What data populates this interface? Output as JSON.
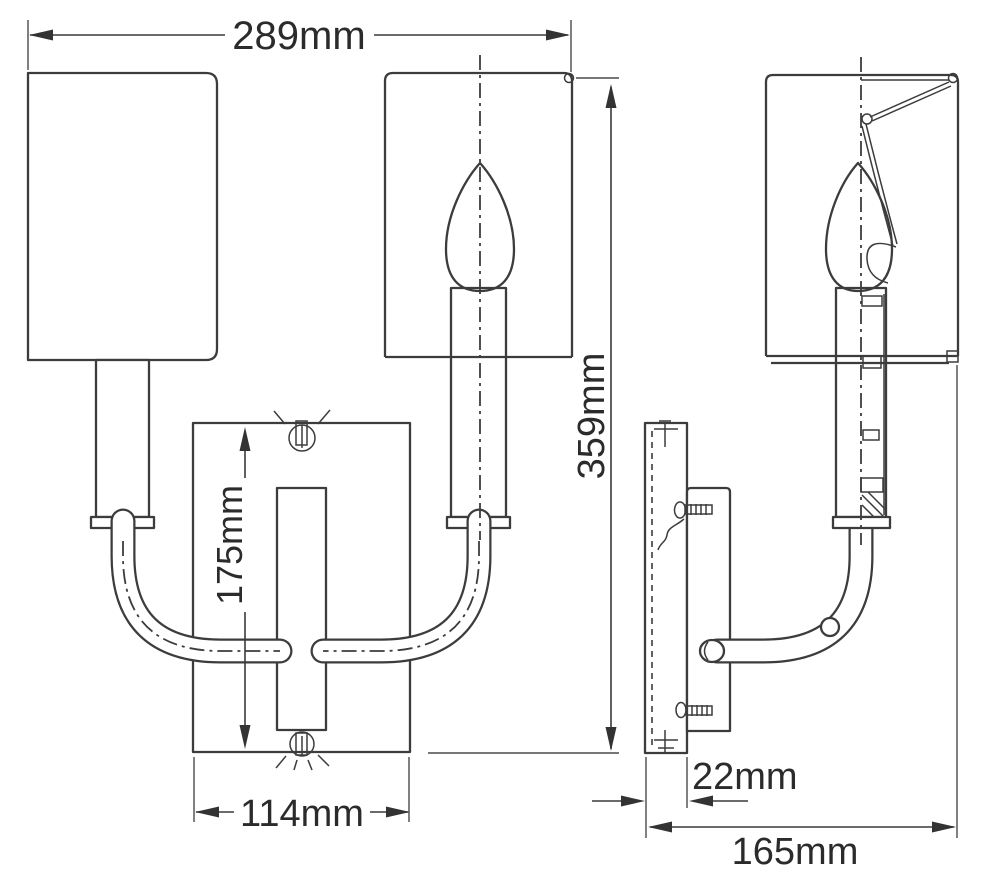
{
  "diagram": {
    "dimensions": {
      "overall_width": "289mm",
      "overall_height": "359mm",
      "backplate_height": "175mm",
      "backplate_width": "114mm",
      "backplate_depth": "22mm",
      "overall_projection": "165mm"
    }
  }
}
